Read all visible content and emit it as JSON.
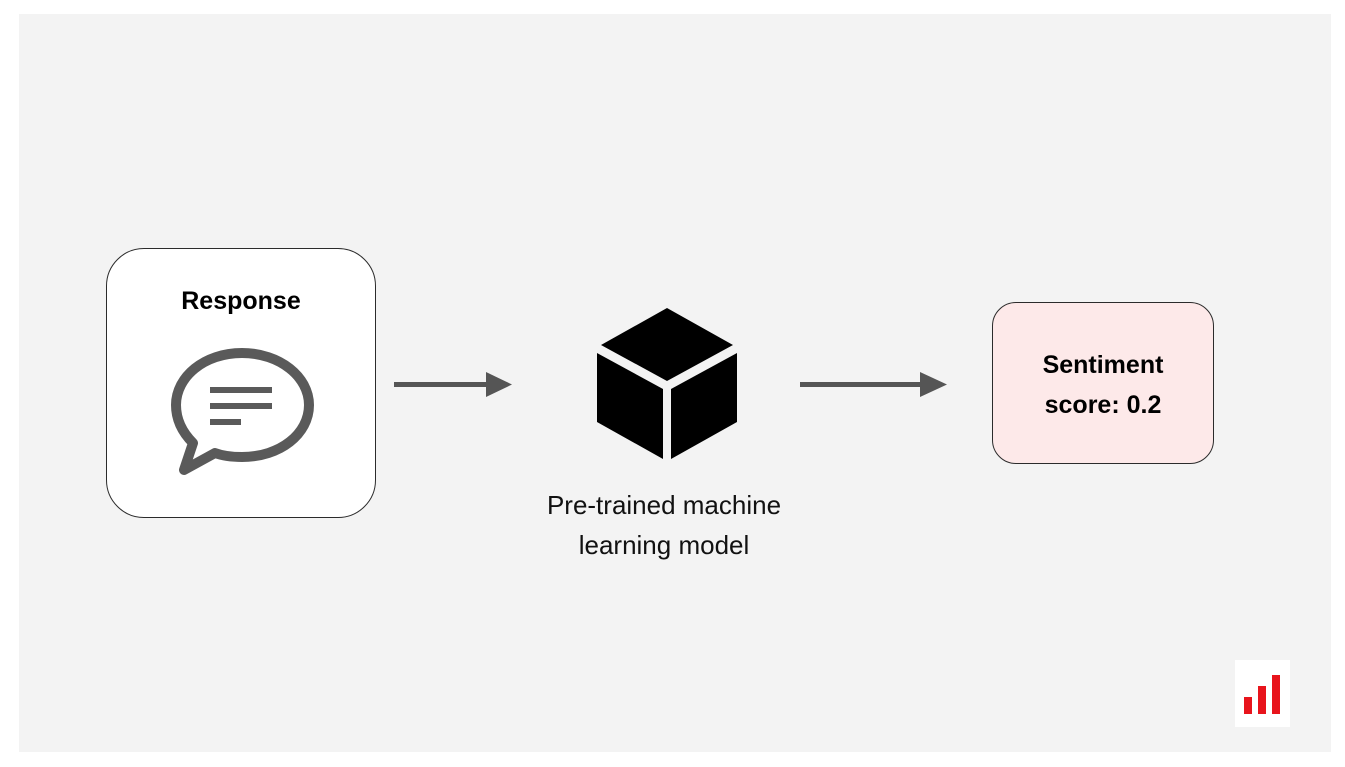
{
  "response": {
    "title": "Response"
  },
  "model": {
    "label_line1": "Pre-trained machine",
    "label_line2": "learning model"
  },
  "output": {
    "line1": "Sentiment",
    "line2": "score: 0.2"
  },
  "colors": {
    "slide_background": "#f3f3f3",
    "card_background": "#ffffff",
    "score_background": "#fde9e9",
    "icon_gray": "#5a5a5a",
    "arrow_gray": "#555555",
    "cube_black": "#000000",
    "logo_red": "#e8141c"
  },
  "icons": {
    "response": "speech-bubble-icon",
    "model": "cube-icon",
    "brand": "bar-chart-logo"
  }
}
